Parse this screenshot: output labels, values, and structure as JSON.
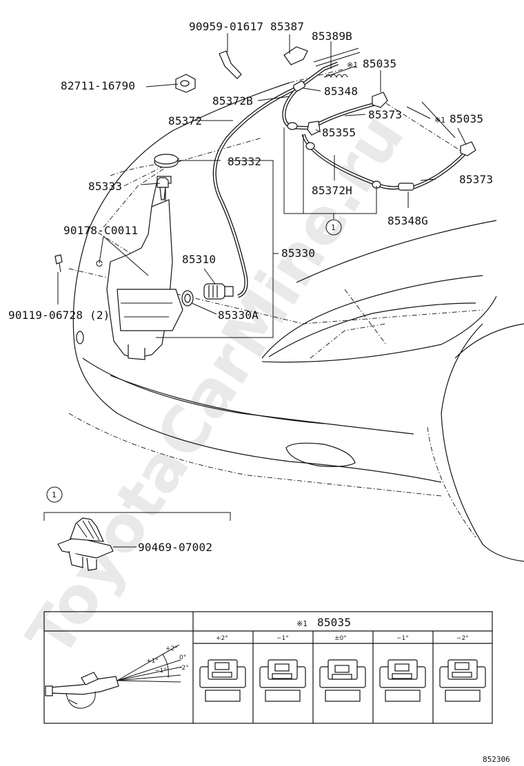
{
  "watermark": "ToyotaCarMine.ru",
  "diagram_code": "852306",
  "callouts": {
    "p90959": "90959-01617",
    "p85387": "85387",
    "p85389B": "85389B",
    "p85035_top": "85035",
    "p82711": "82711-16790",
    "p85348": "85348",
    "p85372B": "85372B",
    "p85373_top": "85373",
    "p85372": "85372",
    "p85355": "85355",
    "p85035_right": "85035",
    "p85332": "85332",
    "p85373_right": "85373",
    "p85333": "85333",
    "p85372H": "85372H",
    "p85348G": "85348G",
    "p90178": "90178-C0011",
    "p85330": "85330",
    "p85310": "85310",
    "p90119": "90119-06728 (2)",
    "p85330A": "85330A",
    "p90469": "90469-07002",
    "ref_circle": "1",
    "note_mark": "※1"
  },
  "inset": {
    "ref": "1"
  },
  "nozzle_table": {
    "mark": "※1",
    "part": "85035",
    "columns": [
      "+2°",
      "−1°",
      "±0°",
      "−1°",
      "−2°"
    ],
    "angle_labels": [
      "+2°",
      "0°",
      "+1°",
      "−1°",
      "−2°"
    ]
  }
}
